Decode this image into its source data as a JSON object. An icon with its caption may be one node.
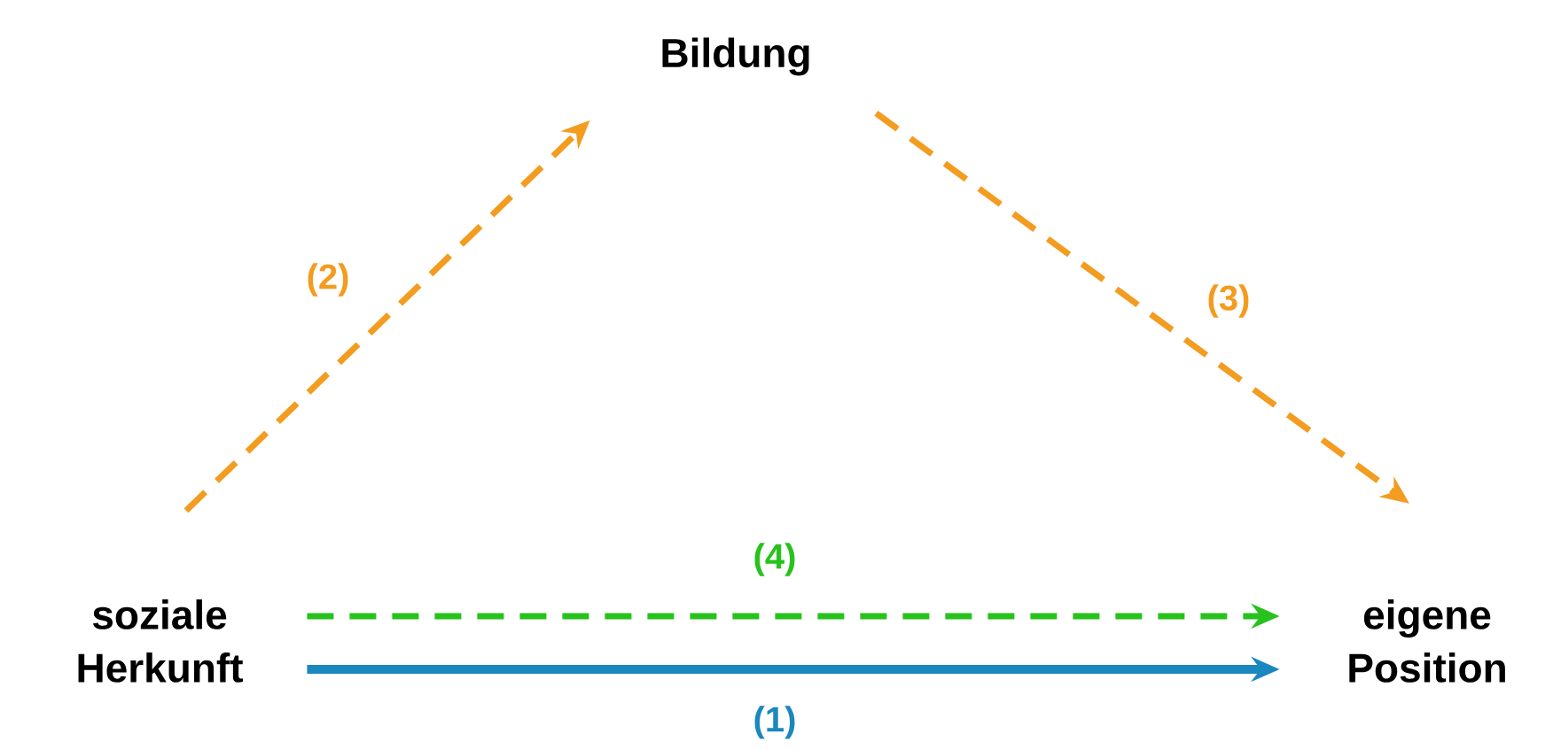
{
  "diagram": {
    "nodes": [
      {
        "text": [
          "Bildung"
        ]
      },
      {
        "text": [
          "soziale Herkunft"
        ]
      },
      {
        "text": [
          "eigene Position"
        ]
      }
    ],
    "edges": [
      {
        "from": 1,
        "to": 2,
        "arrow": "to",
        "label": "(1)",
        "color": "#1b87bf"
      },
      {
        "from": 1,
        "to": 0,
        "arrow": "to",
        "label": "(2)",
        "style": "dashed",
        "color": "#f39c1f"
      },
      {
        "from": 0,
        "to": 2,
        "arrow": "to",
        "label": "(3)",
        "style": "dashed",
        "color": "#f39c1f"
      },
      {
        "from": 1,
        "to": 2,
        "arrow": "to",
        "label": "(4)",
        "style": "dashed",
        "color": "#27c21c"
      }
    ]
  }
}
